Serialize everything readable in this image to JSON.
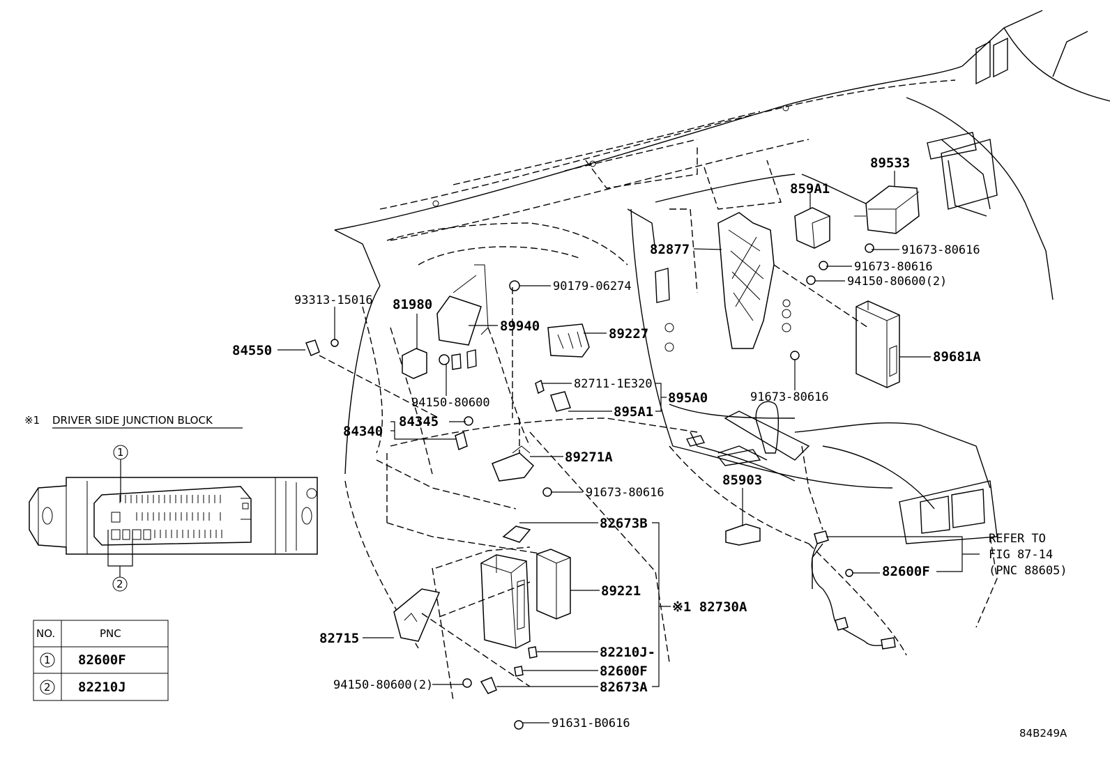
{
  "diagram_id": "84B249A",
  "inset": {
    "marker": "※1",
    "title": "DRIVER SIDE JUNCTION BLOCK",
    "callouts": [
      "1",
      "2"
    ]
  },
  "pnc_table": {
    "headers": [
      "NO.",
      "PNC"
    ],
    "rows": [
      {
        "no": "1",
        "pnc": "82600F"
      },
      {
        "no": "2",
        "pnc": "82210J"
      }
    ]
  },
  "labels": {
    "p89533": "89533",
    "p859A1": "859A1",
    "p82877": "82877",
    "p91673_a": "91673-80616",
    "p91673_b": "91673-80616",
    "p94150_2a": "94150-80600(2)",
    "p90179": "90179-06274",
    "p93313": "93313-15016",
    "p81980": "81980",
    "p89940": "89940",
    "p89227": "89227",
    "p84550": "84550",
    "p89681A": "89681A",
    "p82711": "82711-1E320",
    "p895A0": "895A0",
    "p91673_c": "91673-80616",
    "p895A1": "895A1",
    "p94150": "94150-80600",
    "p84345": "84345",
    "p84340": "84340",
    "p89271A": "89271A",
    "p91673_d": "91673-80616",
    "p85903": "85903",
    "p82673B": "82673B",
    "p89221": "89221",
    "p82730A": "※1 82730A",
    "p82715": "82715",
    "p82210J": "82210J-",
    "p82600F_b": "82600F",
    "p94150_2b": "94150-80600(2)",
    "p82673A": "82673A",
    "p91631": "91631-B0616",
    "p82600F": "82600F",
    "refer_1": "REFER TO",
    "refer_2": "FIG 87-14",
    "refer_3": "(PNC 88605)"
  }
}
